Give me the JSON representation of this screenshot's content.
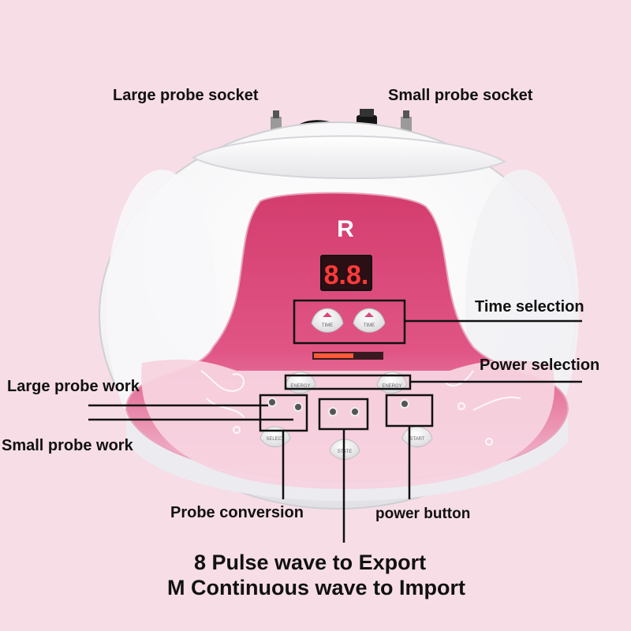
{
  "callouts": {
    "large_probe_socket": "Large probe socket",
    "small_probe_socket": "Small probe socket",
    "time_selection": "Time selection",
    "power_selection": "Power selection",
    "large_probe_work": "Large probe work",
    "small_probe_work": "Small probe work",
    "probe_conversion": "Probe conversion",
    "power_button": "power button"
  },
  "caption": {
    "line1": "8 Pulse wave to Export",
    "line2": "M Continuous wave to Import"
  },
  "device": {
    "logo": "R",
    "display": "8.8.",
    "buttons": {
      "time_left": "TIME",
      "time_right": "TIME",
      "energy_left": "ENERGY",
      "energy_right": "ENERGY",
      "select": "SELECT",
      "state": "STATE",
      "start": "START"
    }
  },
  "colors": {
    "background": "#f7dde6",
    "device_body": "#ffffff",
    "panel_pink": "#d94a78",
    "panel_light": "#f5c9d8",
    "display": "#2a0f14",
    "display_digits": "#ff3a3a",
    "callout_line": "#111111"
  }
}
